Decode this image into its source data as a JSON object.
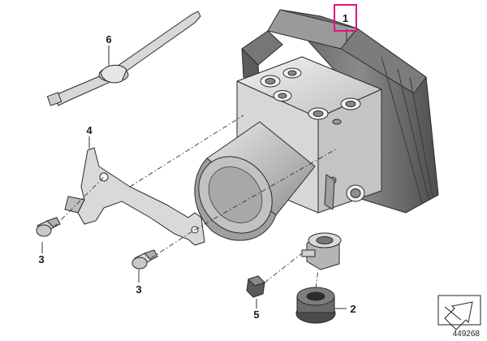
{
  "callouts": {
    "part_1": "1",
    "part_2": "2",
    "part_3a": "3",
    "part_3b": "3",
    "part_4": "4",
    "part_5": "5",
    "part_6": "6"
  },
  "reference_number": "449268",
  "colors": {
    "highlight": "#e0157a",
    "outline": "#2a2a2a",
    "metal_light": "#e6e6e6",
    "metal_mid": "#c9c9c9",
    "metal_dark": "#8d8d8d",
    "plastic_dark": "#6a6a6a"
  },
  "icons": {
    "direction_icon": "arrow-in-box-icon"
  }
}
